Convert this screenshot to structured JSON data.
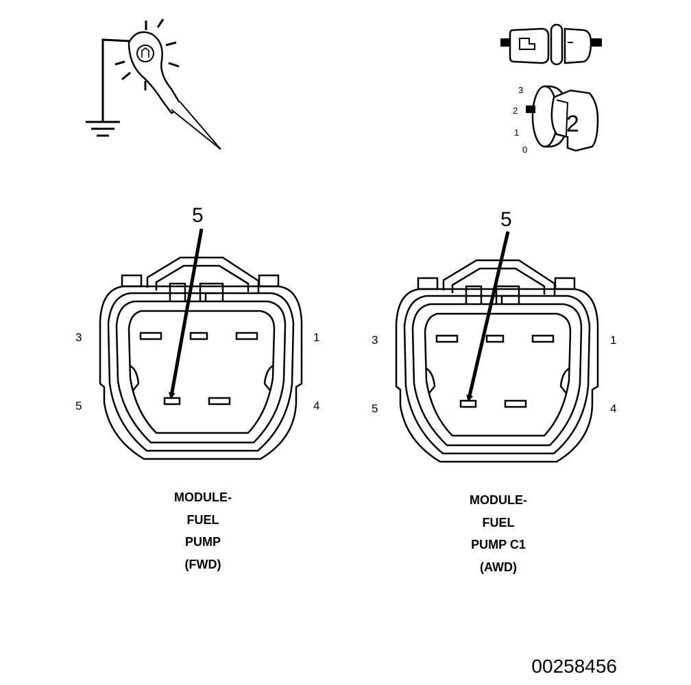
{
  "ignition": {
    "positions": [
      "3",
      "2",
      "1",
      "0"
    ],
    "key_number": "2"
  },
  "connectors": [
    {
      "callout": "5",
      "pins": {
        "p3": "3",
        "p1": "1",
        "p5": "5",
        "p4": "4"
      },
      "caption": [
        "MODULE-",
        "FUEL",
        "PUMP",
        "(FWD)"
      ]
    },
    {
      "callout": "5",
      "pins": {
        "p3": "3",
        "p1": "1",
        "p5": "5",
        "p4": "4"
      },
      "caption": [
        "MODULE-",
        "FUEL",
        "PUMP C1",
        "(AWD)"
      ]
    }
  ],
  "figure_id": "00258456"
}
